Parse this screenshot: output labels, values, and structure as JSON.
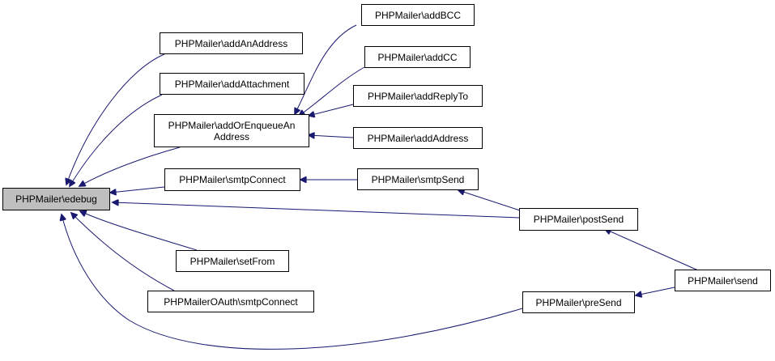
{
  "nodes": {
    "edebug": "PHPMailer\\edebug",
    "addAnAddress": "PHPMailer\\addAnAddress",
    "addAttachment": "PHPMailer\\addAttachment",
    "addOrEnqueueAnAddress": "PHPMailer\\addOrEnqueueAn\nAddress",
    "smtpConnect": "PHPMailer\\smtpConnect",
    "setFrom": "PHPMailer\\setFrom",
    "oauthSmtpConnect": "PHPMailerOAuth\\smtpConnect",
    "addBCC": "PHPMailer\\addBCC",
    "addCC": "PHPMailer\\addCC",
    "addReplyTo": "PHPMailer\\addReplyTo",
    "addAddress": "PHPMailer\\addAddress",
    "smtpSend": "PHPMailer\\smtpSend",
    "postSend": "PHPMailer\\postSend",
    "preSend": "PHPMailer\\preSend",
    "send": "PHPMailer\\send"
  },
  "colors": {
    "edge": "#191970",
    "node_border": "#000000",
    "focus_fill": "#bfbfbf",
    "node_fill": "#ffffff"
  },
  "focus_node": "edebug"
}
